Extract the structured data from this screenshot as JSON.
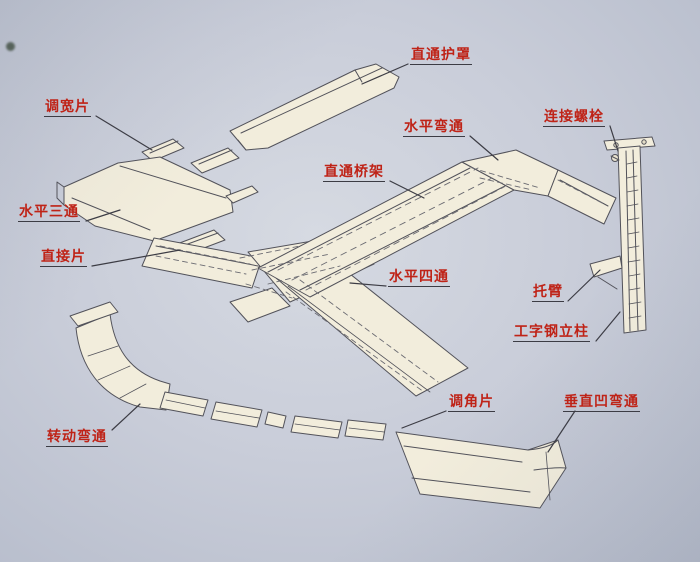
{
  "diagram": {
    "type": "isometric-parts-callout",
    "subject": "cable-tray-system-assembly",
    "colors": {
      "paper_background": "#c9cdd9",
      "line_ink": "#52525a",
      "part_fill": "#f2eddc",
      "label_text": "#bf2317",
      "leader_line": "#3c3c44"
    },
    "labels": [
      {
        "id": "straight-through-cover",
        "text": "直通护罩"
      },
      {
        "id": "width-adjust-piece",
        "text": "调宽片"
      },
      {
        "id": "horizontal-tee",
        "text": "水平三通"
      },
      {
        "id": "direct-connect-piece",
        "text": "直接片"
      },
      {
        "id": "horizontal-bend",
        "text": "水平弯通"
      },
      {
        "id": "connecting-bolt",
        "text": "连接螺栓"
      },
      {
        "id": "straight-tray",
        "text": "直通桥架"
      },
      {
        "id": "horizontal-cross",
        "text": "水平四通"
      },
      {
        "id": "bracket-arm",
        "text": "托臂"
      },
      {
        "id": "i-beam-column",
        "text": "工字钢立柱"
      },
      {
        "id": "angle-adjust-piece",
        "text": "调角片"
      },
      {
        "id": "vertical-concave-bend",
        "text": "垂直凹弯通"
      },
      {
        "id": "rotating-bend",
        "text": "转动弯通"
      }
    ]
  }
}
